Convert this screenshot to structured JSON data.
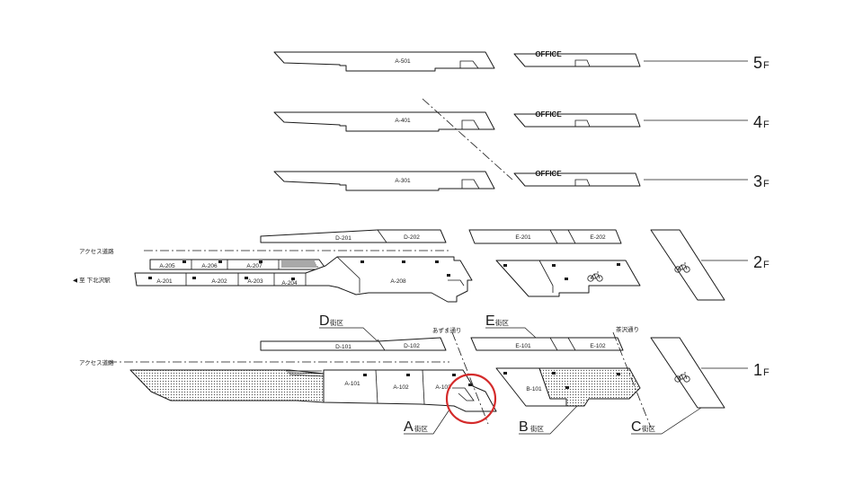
{
  "floors": [
    {
      "num": "5",
      "suffix": "F"
    },
    {
      "num": "4",
      "suffix": "F"
    },
    {
      "num": "3",
      "suffix": "F"
    },
    {
      "num": "2",
      "suffix": "F"
    },
    {
      "num": "1",
      "suffix": "F"
    }
  ],
  "units": {
    "a501": "A-501",
    "a401": "A-401",
    "a301": "A-301",
    "office5": "OFFICE",
    "office4": "OFFICE",
    "office3": "OFFICE",
    "d201": "D-201",
    "d202": "D-202",
    "e201": "E-201",
    "e202": "E-202",
    "a205": "A-205",
    "a206": "A-206",
    "a207": "A-207",
    "a201": "A-201",
    "a202": "A-202",
    "a203": "A-203",
    "a204": "A-204",
    "a208": "A-208",
    "d101": "D-101",
    "d102": "D-102",
    "e101": "E-101",
    "e102": "E-102",
    "a101": "A-101",
    "a102": "A-102",
    "a103": "A-103",
    "b101": "B-101"
  },
  "labels": {
    "access_road_2f": "アクセス道路",
    "access_road_1f": "アクセス道路",
    "to_station": "◀ 至 下北沢駅",
    "azuma_street": "あずま通り",
    "chazawa_street": "茶沢通り"
  },
  "districts": [
    {
      "letter": "D",
      "suffix": "街区"
    },
    {
      "letter": "E",
      "suffix": "街区"
    },
    {
      "letter": "A",
      "suffix": "街区"
    },
    {
      "letter": "B",
      "suffix": "街区"
    },
    {
      "letter": "C",
      "suffix": "街区"
    }
  ],
  "icons": [
    "bicycle-icon",
    "bicycle-icon"
  ],
  "colors": {
    "ink": "#1a1a1a",
    "highlight_circle": "#d42b2b",
    "background": "#ffffff"
  }
}
